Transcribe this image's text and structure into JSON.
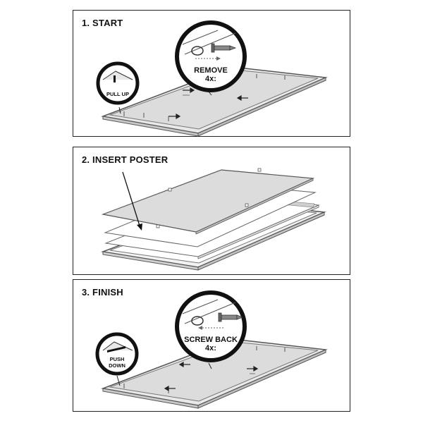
{
  "steps": [
    {
      "title": "1. START",
      "callout_main": "REMOVE",
      "callout_count": "4x:",
      "callout_small": "PULL UP"
    },
    {
      "title": "2. INSERT POSTER"
    },
    {
      "title": "3. FINISH",
      "callout_main": "SCREW BACK",
      "callout_count": "4x:",
      "callout_small_line1": "PUSH",
      "callout_small_line2": "DOWN"
    }
  ]
}
